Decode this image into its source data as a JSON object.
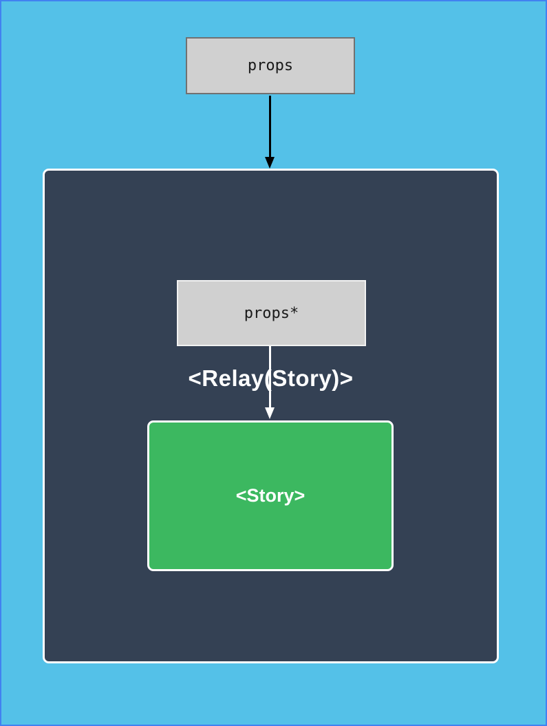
{
  "diagram": {
    "outer_props_label": "props",
    "relay_container_title": "<Relay(Story)>",
    "inner_props_label": "props*",
    "story_label": "<Story>"
  },
  "colors": {
    "page_background": "#54c1e8",
    "page_border": "#4181f1",
    "relay_background": "#344154",
    "story_green": "#3cb860",
    "props_fill": "#d0d0d0",
    "props_border": "#717171",
    "props_inner_border": "#f2f2f2",
    "arrow_outer": "#000000",
    "arrow_inner": "#ffffff"
  }
}
